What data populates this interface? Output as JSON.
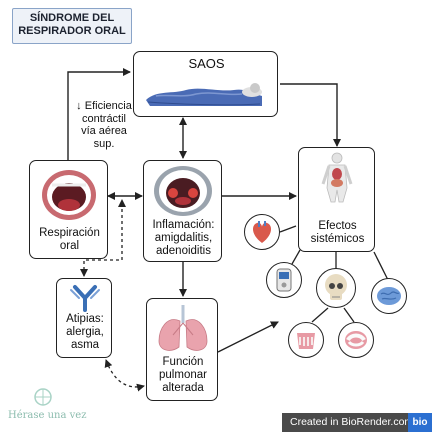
{
  "title": "SÍNDROME DEL\nRESPIRADOR ORAL",
  "nodes": {
    "saos": "SAOS",
    "respiracion": "Respiración\noral",
    "inflamacion": "Inflamación:\namigdalitis,\nadenoiditis",
    "efectos": "Efectos\nsistémicos",
    "atipias": "Atipias:\nalergia,\nasma",
    "funcion": "Función\npulmonar\nalterada"
  },
  "edge_labels": {
    "eficiencia": "↓ Eficiencia\ncontráctil\nvía aérea\nsup."
  },
  "icons": {
    "saos": "sleeping-person-icon",
    "respiracion": "open-mouth-icon",
    "inflamacion": "inflamed-throat-icon",
    "efectos": "human-body-organs-icon",
    "atipias": "antibody-icon",
    "funcion": "lungs-icon",
    "systemic": [
      "heart-icon",
      "glucometer-icon",
      "skull-icon",
      "brain-icon",
      "gums-icon",
      "teeth-icon"
    ]
  },
  "watermark": "Hérase una vez",
  "footer": {
    "created_in": "Created in BioRender.com",
    "badge": "bio"
  },
  "colors": {
    "title_border": "#8aa4c8",
    "title_bg": "#eef2f8",
    "patient_blue": "#4a6bb5",
    "mouth_red": "#b0323a",
    "lung_pink": "#e9a3ad",
    "footer_bg": "#4a4a4a",
    "badge_blue": "#2b6fd1"
  }
}
